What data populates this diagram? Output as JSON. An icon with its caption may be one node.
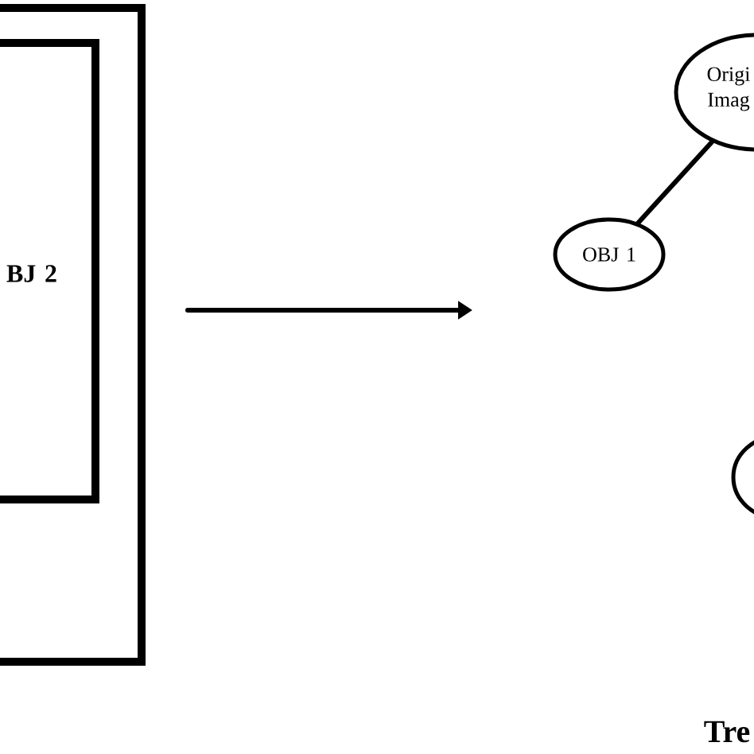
{
  "diagram": {
    "nodes": [
      {
        "text": [],
        "shape": "box"
      },
      {
        "text": [
          "BJ 2"
        ],
        "in": 0
      },
      {
        "text": [
          "Origi Imag"
        ]
      },
      {
        "text": [
          "OBJ 1"
        ]
      },
      {
        "text": [],
        "shape": "circle"
      }
    ],
    "edges": [
      {
        "from": 0,
        "to": null,
        "arrow": "to"
      },
      {
        "from": 2,
        "to": 3,
        "arrow": "none"
      }
    ],
    "labels": [
      "Tre"
    ]
  }
}
